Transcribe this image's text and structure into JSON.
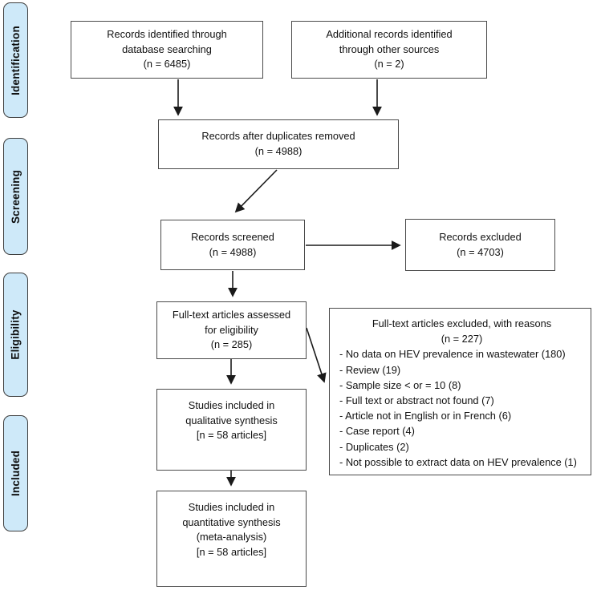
{
  "stages": [
    {
      "label": "Identification"
    },
    {
      "label": "Screening"
    },
    {
      "label": "Eligibility"
    },
    {
      "label": "Included"
    }
  ],
  "boxes": {
    "identified": {
      "lines": [
        "Records identified through",
        "database searching",
        "(n = 6485)"
      ]
    },
    "additional": {
      "lines": [
        "Additional records identified",
        "through other sources",
        "(n = 2)"
      ]
    },
    "deduplicated": {
      "lines": [
        "Records after duplicates removed",
        "(n = 4988)"
      ]
    },
    "screened": {
      "lines": [
        "Records screened",
        "(n = 4988)"
      ]
    },
    "excluded": {
      "lines": [
        "Records excluded",
        "(n = 4703)"
      ]
    },
    "fulltext_assessed": {
      "lines": [
        "Full-text articles assessed",
        "for eligibility",
        "(n = 285)"
      ]
    },
    "qualitative": {
      "lines": [
        "Studies included in",
        "qualitative synthesis",
        "[n = 58 articles]"
      ]
    },
    "quantitative": {
      "lines": [
        "Studies included in",
        "quantitative synthesis",
        "(meta-analysis)",
        "[n = 58 articles]"
      ]
    },
    "fulltext_excluded": {
      "title_lines": [
        "Full-text articles excluded, with reasons",
        "(n = 227)"
      ],
      "reasons": [
        "- No data on HEV prevalence in wastewater (180)",
        "- Review (19)",
        "- Sample size < or = 10 (8)",
        "- Full text or abstract not found (7)",
        "- Article not in English or in French (6)",
        "- Case report (4)",
        "- Duplicates (2)",
        "- Not possible to extract data on HEV prevalence (1)"
      ]
    }
  },
  "colors": {
    "stage_fill": "#cee9f9",
    "stage_border": "#3d3d3d",
    "box_border": "#4a4a4a",
    "arrow": "#1a1a1a",
    "background": "#ffffff"
  }
}
